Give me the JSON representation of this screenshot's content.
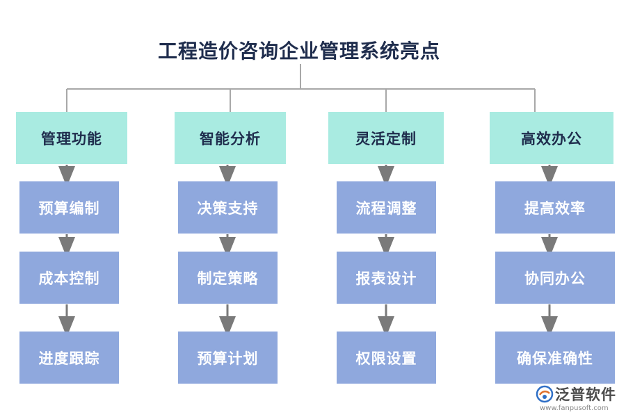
{
  "title": "工程造价咨询企业管理系统亮点",
  "columns": [
    {
      "head": "管理功能",
      "items": [
        "预算编制",
        "成本控制",
        "进度跟踪"
      ]
    },
    {
      "head": "智能分析",
      "items": [
        "决策支持",
        "制定策略",
        "预算计划"
      ]
    },
    {
      "head": "灵活定制",
      "items": [
        "流程调整",
        "报表设计",
        "权限设置"
      ]
    },
    {
      "head": "高效办公",
      "items": [
        "提高效率",
        "协同办公",
        "确保准确性"
      ]
    }
  ],
  "logo": {
    "name": "泛普软件",
    "url": "www.fanpusoft.com"
  },
  "colors": {
    "title": "#1f2d4d",
    "head_bg": "#a9ebe1",
    "item_bg": "#8fa8dd",
    "connector": "#999999",
    "logo_accent": "#2f6fc6"
  }
}
